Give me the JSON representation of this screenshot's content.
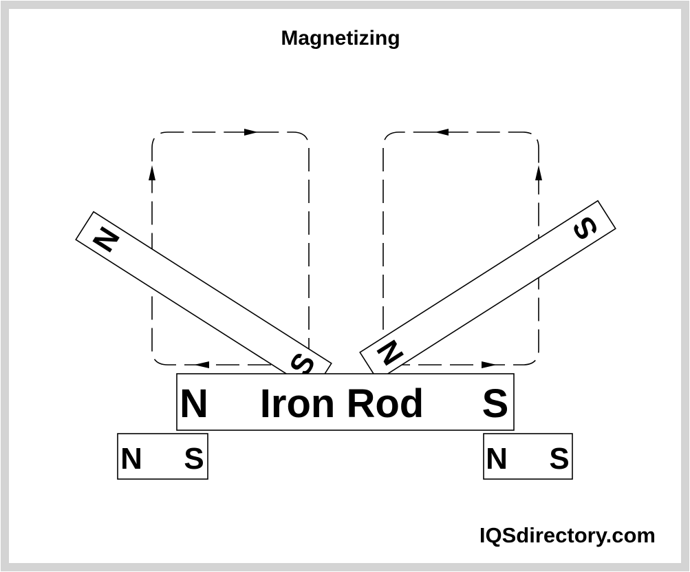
{
  "title": "Magnetizing",
  "watermark": "IQSdirectory.com",
  "rod": {
    "north": "N",
    "label": "Iron Rod",
    "south": "S"
  },
  "left_bar_magnet": {
    "north": "N",
    "south": "S"
  },
  "right_bar_magnet": {
    "north": "N",
    "south": "S"
  },
  "left_base_magnet": {
    "north": "N",
    "south": "S"
  },
  "right_base_magnet": {
    "north": "N",
    "south": "S"
  },
  "colors": {
    "frame": "#d4d4d4",
    "line": "#000000",
    "background": "#ffffff"
  }
}
